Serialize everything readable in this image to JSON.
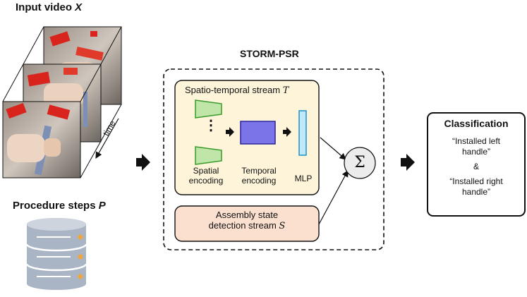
{
  "input": {
    "title": "Input video",
    "symbol": "X",
    "time_label": "time"
  },
  "procedure": {
    "title": "Procedure steps",
    "symbol": "P"
  },
  "model": {
    "title": "STORM-PSR",
    "spatiotemporal": {
      "title": "Spatio-temporal stream",
      "symbol": "T",
      "spatial_label": "Spatial encoding",
      "temporal_label": "Temporal encoding",
      "mlp_label": "MLP",
      "dots": "⋮"
    },
    "assembly": {
      "line1": "Assembly state",
      "line2": "detection stream",
      "symbol": "S"
    },
    "sum_symbol": "Σ"
  },
  "output": {
    "title": "Classification",
    "item1_line1": "“Installed left",
    "item1_line2": "handle”",
    "and": "&",
    "item2_line1": "“Installed right",
    "item2_line2": "handle”"
  },
  "colors": {
    "stream_fill": "#fdf4d9",
    "assembly_fill": "#fbe0cf",
    "spatial_fill": "#bfe6a8",
    "spatial_stroke": "#3a9a2a",
    "temporal_fill": "#7b73e8",
    "temporal_stroke": "#2a2497",
    "mlp_fill": "#bfe9f8",
    "mlp_stroke": "#1e90c8",
    "db_fill": "#a9b4c4",
    "db_dot": "#f2a53a"
  }
}
